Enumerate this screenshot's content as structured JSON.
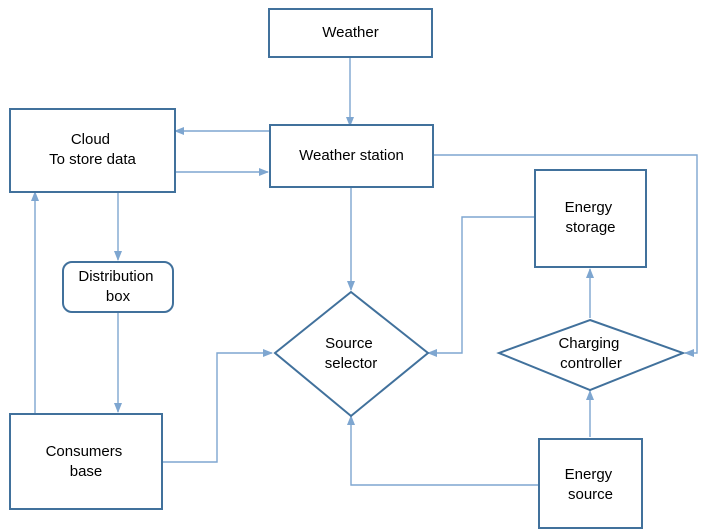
{
  "nodes": {
    "weather": {
      "lines": [
        "Weather"
      ]
    },
    "cloud": {
      "lines": [
        "Cloud",
        "To store data"
      ]
    },
    "weather_station": {
      "lines": [
        "Weather station"
      ]
    },
    "energy_storage": {
      "lines": [
        "Energy",
        "storage"
      ]
    },
    "distribution_box": {
      "lines": [
        "Distribution",
        "box"
      ]
    },
    "source_selector": {
      "lines": [
        "Source",
        "selector"
      ]
    },
    "charging_controller": {
      "lines": [
        "Charging",
        "controller"
      ]
    },
    "consumers_base": {
      "lines": [
        "Consumers",
        "base"
      ]
    },
    "energy_source": {
      "lines": [
        "Energy",
        "source"
      ]
    }
  },
  "colors": {
    "node_border": "#41719c",
    "connector": "#7ea6d0",
    "text": "#000000",
    "background": "#ffffff"
  }
}
